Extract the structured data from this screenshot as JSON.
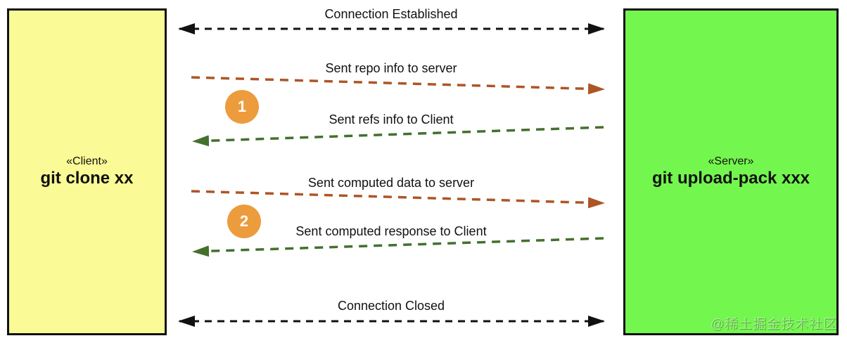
{
  "diagram": {
    "title_hint": "git clone client-server sequence diagram",
    "client": {
      "stereotype": "«Client»",
      "label": "git clone xx"
    },
    "server": {
      "stereotype": "«Server»",
      "label": "git upload-pack xxx"
    },
    "messages": [
      {
        "label": "Connection Established",
        "direction": "both",
        "color_key": "arrow_black"
      },
      {
        "label": "Sent repo info to server",
        "direction": "to-server",
        "color_key": "arrow_rust"
      },
      {
        "label": "Sent refs info to Client",
        "direction": "to-client",
        "color_key": "arrow_green"
      },
      {
        "label": "Sent computed data to server",
        "direction": "to-server",
        "color_key": "arrow_rust"
      },
      {
        "label": "Sent computed response to Client",
        "direction": "to-client",
        "color_key": "arrow_green"
      },
      {
        "label": "Connection Closed",
        "direction": "both",
        "color_key": "arrow_black"
      }
    ],
    "steps": [
      {
        "number": "1"
      },
      {
        "number": "2"
      }
    ],
    "watermark": "@稀土掘金技术社区"
  },
  "colors": {
    "client_fill": "#FAFA96",
    "server_fill": "#73F64E",
    "box_border": "#111111",
    "arrow_black": "#111111",
    "arrow_rust": "#AE5526",
    "arrow_green": "#44702D",
    "step_fill": "#EC9C3C",
    "step_text": "#FFFFFF",
    "label_text": "#111111"
  }
}
